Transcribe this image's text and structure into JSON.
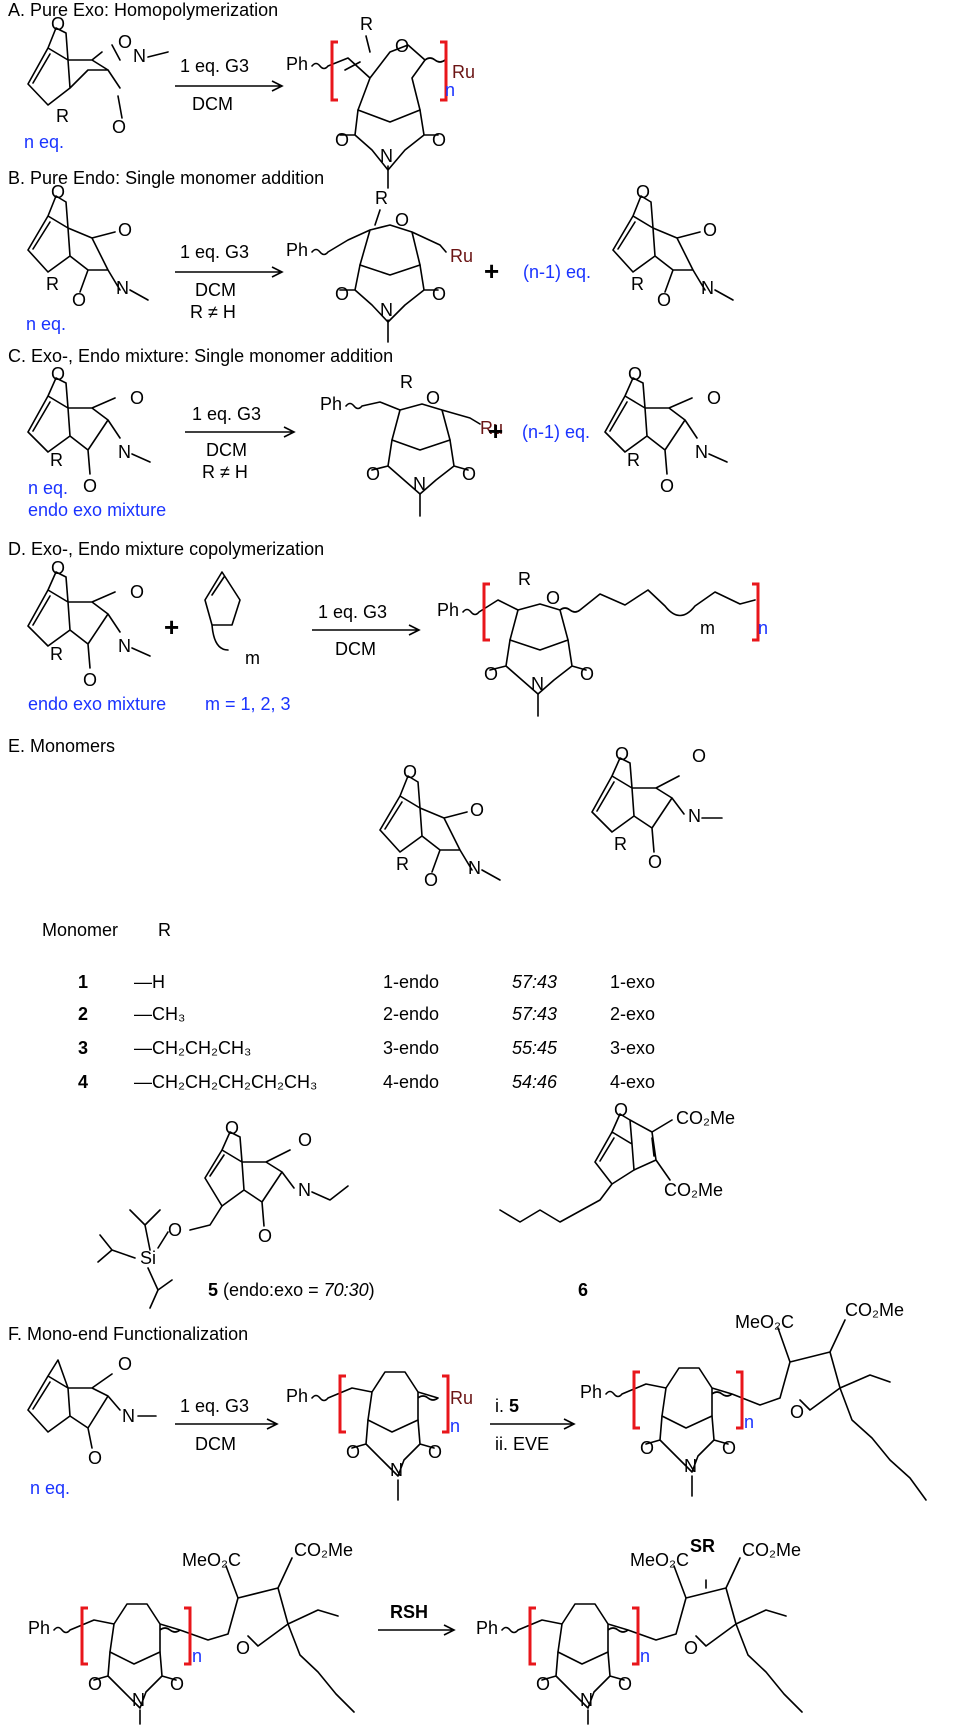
{
  "sections": {
    "a": {
      "title": "A.  Pure Exo: Homopolymerization",
      "monomer_eq": "n eq.",
      "reagent": "1 eq. G3",
      "solvent": "DCM"
    },
    "b": {
      "title": "B.  Pure Endo: Single monomer addition",
      "monomer_eq": "n eq.",
      "reagent": "1 eq. G3",
      "solvent": "DCM",
      "condition": "R ≠ H",
      "remaining": "(n-1) eq."
    },
    "c": {
      "title": "C.  Exo-, Endo mixture: Single monomer addition",
      "monomer_eq": "n eq.",
      "mixture": "endo exo mixture",
      "reagent": "1 eq. G3",
      "solvent": "DCM",
      "condition": "R ≠ H",
      "remaining": "(n-1) eq."
    },
    "d": {
      "title": "D.  Exo-, Endo mixture copolymerization",
      "mixture": "endo exo mixture",
      "m_values": "m = 1, 2, 3",
      "reagent": "1 eq. G3",
      "solvent": "DCM"
    },
    "e": {
      "title": "E.  Monomers",
      "col_monomer": "Monomer",
      "col_r": "R",
      "rows": [
        {
          "num": "1",
          "r": "—H",
          "endo": "1-endo",
          "ratio": "57:43",
          "exo": "1-exo"
        },
        {
          "num": "2",
          "r": "—CH₃",
          "endo": "2-endo",
          "ratio": "57:43",
          "exo": "2-exo"
        },
        {
          "num": "3",
          "r": "—CH₂CH₂CH₃",
          "endo": "3-endo",
          "ratio": "55:45",
          "exo": "3-exo"
        },
        {
          "num": "4",
          "r": "—CH₂CH₂CH₂CH₂CH₃",
          "endo": "4-endo",
          "ratio": "54:46",
          "exo": "4-exo"
        }
      ],
      "m5_num": "5",
      "m5_text": " (endo:exo = ",
      "m5_ratio": "70:30",
      "m5_close": ")",
      "m6_num": "6"
    },
    "f": {
      "title": "F.  Mono-end Functionalization",
      "monomer_eq": "n eq.",
      "reagent": "1 eq. G3",
      "solvent": "DCM",
      "step1": "i. ",
      "step1_num": "5",
      "step2": "ii. EVE",
      "thiol": "RSH"
    }
  },
  "atoms": {
    "O": "O",
    "N": "N",
    "R": "R",
    "Ru": "Ru",
    "Ph": "Ph",
    "n": "n",
    "m": "m",
    "plus": "+",
    "Si": "Si",
    "CO2Me": "CO₂Me",
    "MeO2C": "MeO₂C",
    "SR": "SR"
  }
}
